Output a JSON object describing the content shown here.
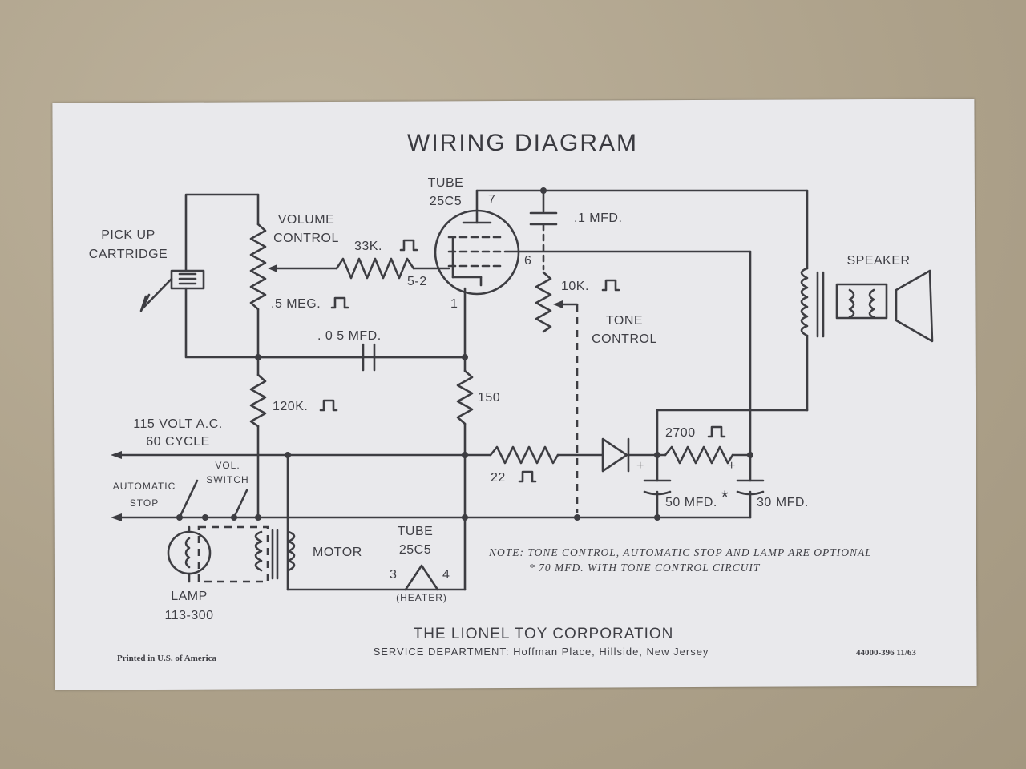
{
  "title": "WIRING DIAGRAM",
  "labels": {
    "pickup": [
      "PICK UP",
      "CARTRIDGE"
    ],
    "volume": [
      "VOLUME",
      "CONTROL"
    ],
    "tube_top": [
      "TUBE",
      "25C5"
    ],
    "r33k": "33K.",
    "pin7": "7",
    "pin6": "6",
    "pin52": "5-2",
    "pin1": "1",
    "cap1": ".1 MFD.",
    "r10k": "10K.",
    "tone": [
      "TONE",
      "CONTROL"
    ],
    "speaker": "SPEAKER",
    "r5meg": ".5 MEG.",
    "cap05": ". 0 5 MFD.",
    "r120k": "120K.",
    "r150": "150",
    "power": [
      "115 VOLT A.C.",
      "60 CYCLE"
    ],
    "r2700": "2700",
    "r22": "22",
    "autostop": [
      "AUTOMATIC",
      "STOP"
    ],
    "volswitch": [
      "VOL.",
      "SWITCH"
    ],
    "cap50": "50 MFD.",
    "asterisk": "*",
    "cap30": "30 MFD.",
    "motor": "MOTOR",
    "tube_bot": [
      "TUBE",
      "25C5"
    ],
    "pin3": "3",
    "pin4": "4",
    "heater": "(HEATER)",
    "lamp": [
      "LAMP",
      "113-300"
    ],
    "plus": "+"
  },
  "note": [
    "NOTE: TONE CONTROL, AUTOMATIC STOP AND LAMP ARE OPTIONAL",
    "* 70 MFD. WITH TONE CONTROL CIRCUIT"
  ],
  "footer": {
    "corp": "THE LIONEL TOY CORPORATION",
    "service": "SERVICE DEPARTMENT: Hoffman Place, Hillside, New Jersey",
    "printed": "Printed in U.S. of America",
    "code": "44000-396 11/63"
  },
  "colors": {
    "ink": "#3d3d42",
    "paper": "#e9e9ec",
    "board": "#b5a993"
  }
}
